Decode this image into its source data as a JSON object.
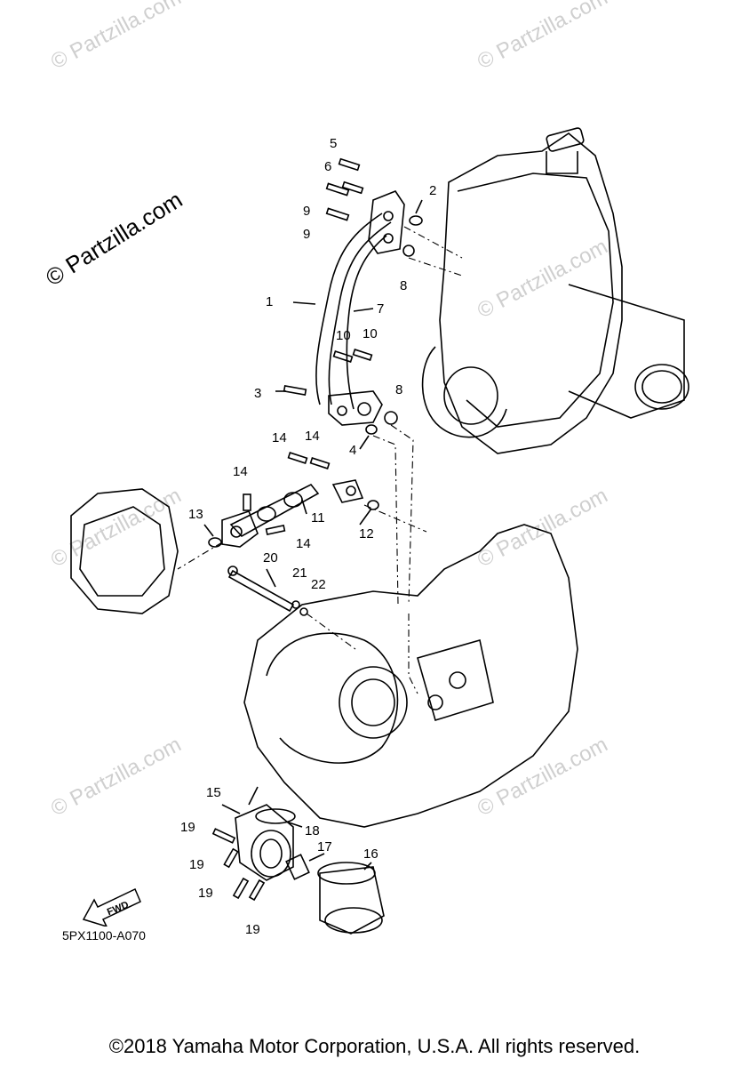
{
  "watermarks": [
    "© Partzilla.com",
    "© Partzilla.com",
    "© Partzilla.com",
    "© Partzilla.com",
    "© Partzilla.com",
    "© Partzilla.com",
    "© Partzilla.com"
  ],
  "brand_watermark": "© Partzilla.com",
  "callouts": {
    "c1": "1",
    "c2": "2",
    "c3": "3",
    "c4": "4",
    "c5": "5",
    "c6": "6",
    "c7": "7",
    "c8a": "8",
    "c8b": "8",
    "c9a": "9",
    "c9b": "9",
    "c10a": "10",
    "c10b": "10",
    "c11": "11",
    "c12": "12",
    "c13": "13",
    "c14a": "14",
    "c14b": "14",
    "c14c": "14",
    "c14d": "14",
    "c15": "15",
    "c16": "16",
    "c17": "17",
    "c18": "18",
    "c19a": "19",
    "c19b": "19",
    "c19c": "19",
    "c19d": "19",
    "c20": "20",
    "c21": "21",
    "c22": "22"
  },
  "fwd_label": "FWD",
  "diagram_code": "5PX1100-A070",
  "copyright": "©2018 Yamaha Motor Corporation, U.S.A. All rights reserved."
}
